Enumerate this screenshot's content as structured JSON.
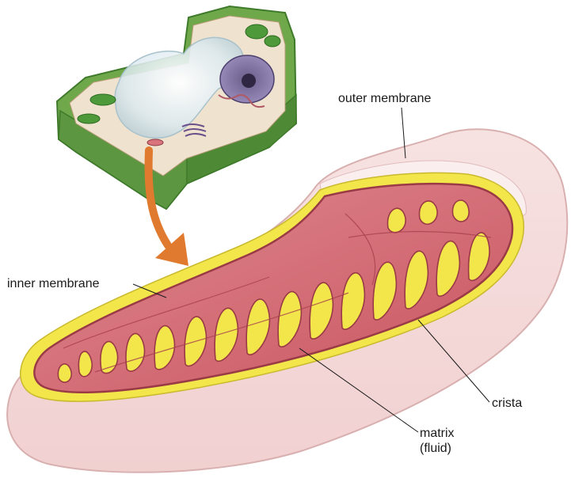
{
  "labels": {
    "outer_membrane": "outer membrane",
    "inner_membrane": "inner membrane",
    "crista": "crista",
    "matrix": "matrix",
    "matrix_note": "(fluid)"
  },
  "colors": {
    "cell_wall": "#6fa84a",
    "cell_wall_dark": "#4e8a35",
    "arrow": "#e07a2e",
    "outer_membrane": "#f3d8d8",
    "intermembrane_space": "#f2e64a",
    "inner_membrane": "#c44e5e",
    "matrix": "#d9737c"
  }
}
